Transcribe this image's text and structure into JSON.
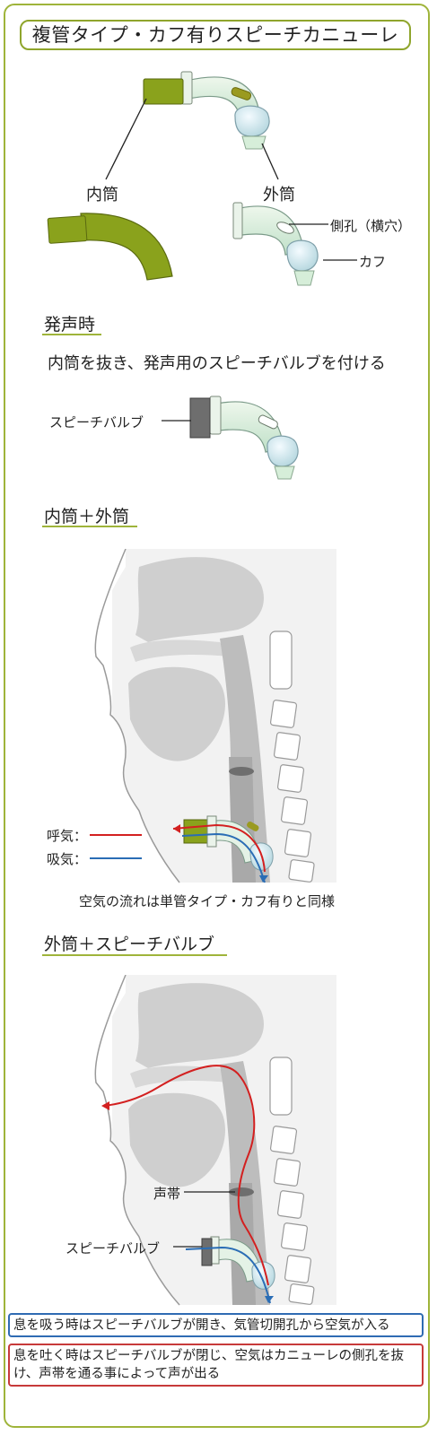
{
  "title": "複管タイプ・カフ有りスピーチカニューレ",
  "parts": {
    "inner": "内筒",
    "outer": "外筒",
    "side_hole": "側孔（横穴）",
    "cuff": "カフ"
  },
  "speech": {
    "heading": "発声時",
    "instruction": "内筒を抜き、発声用のスピーチバルブを付ける",
    "valve_label": "スピーチバルブ"
  },
  "inner_outer": {
    "heading": "内筒＋外筒",
    "exhale": "呼気：",
    "inhale": "吸気：",
    "caption": "空気の流れは単管タイプ・カフ有りと同様"
  },
  "outer_valve": {
    "heading": "外筒＋スピーチバルブ",
    "vocal_cords": "声帯",
    "valve_label": "スピーチバルブ"
  },
  "notes": {
    "inhale_note": "息を吸う時はスピーチバルブが開き、気管切開孔から空気が入る",
    "exhale_note": "息を吐く時はスピーチバルブが閉じ、空気はカニューレの側孔を抜け、声帯を通る事によって声が出る"
  },
  "colors": {
    "accent": "#9fb43a",
    "inner_tube": "#8aa21c",
    "exhale_line": "#d32020",
    "inhale_line": "#2a6db5"
  }
}
